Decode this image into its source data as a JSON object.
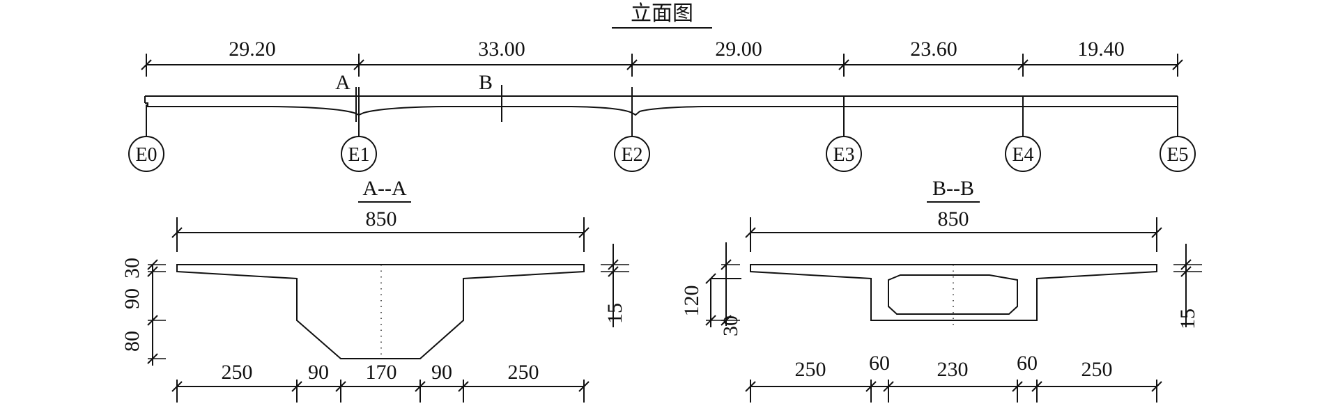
{
  "elevation": {
    "title": "立面图",
    "spans": [
      "29.20",
      "33.00",
      "29.00",
      "23.60",
      "19.40"
    ],
    "section_marks": [
      "A",
      "B"
    ],
    "piers": [
      "E0",
      "E1",
      "E2",
      "E3",
      "E4",
      "E5"
    ]
  },
  "section_a": {
    "title": "A--A",
    "top_width": "850",
    "left_dims": [
      "30",
      "90",
      "80"
    ],
    "right_dim": "15",
    "bottom_dims": [
      "250",
      "90",
      "170",
      "90",
      "250"
    ]
  },
  "section_b": {
    "title": "B--B",
    "top_width": "850",
    "left_dims": [
      "120",
      "30"
    ],
    "right_dim": "15",
    "bottom_dims": [
      "250",
      "60",
      "230",
      "60",
      "250"
    ]
  }
}
